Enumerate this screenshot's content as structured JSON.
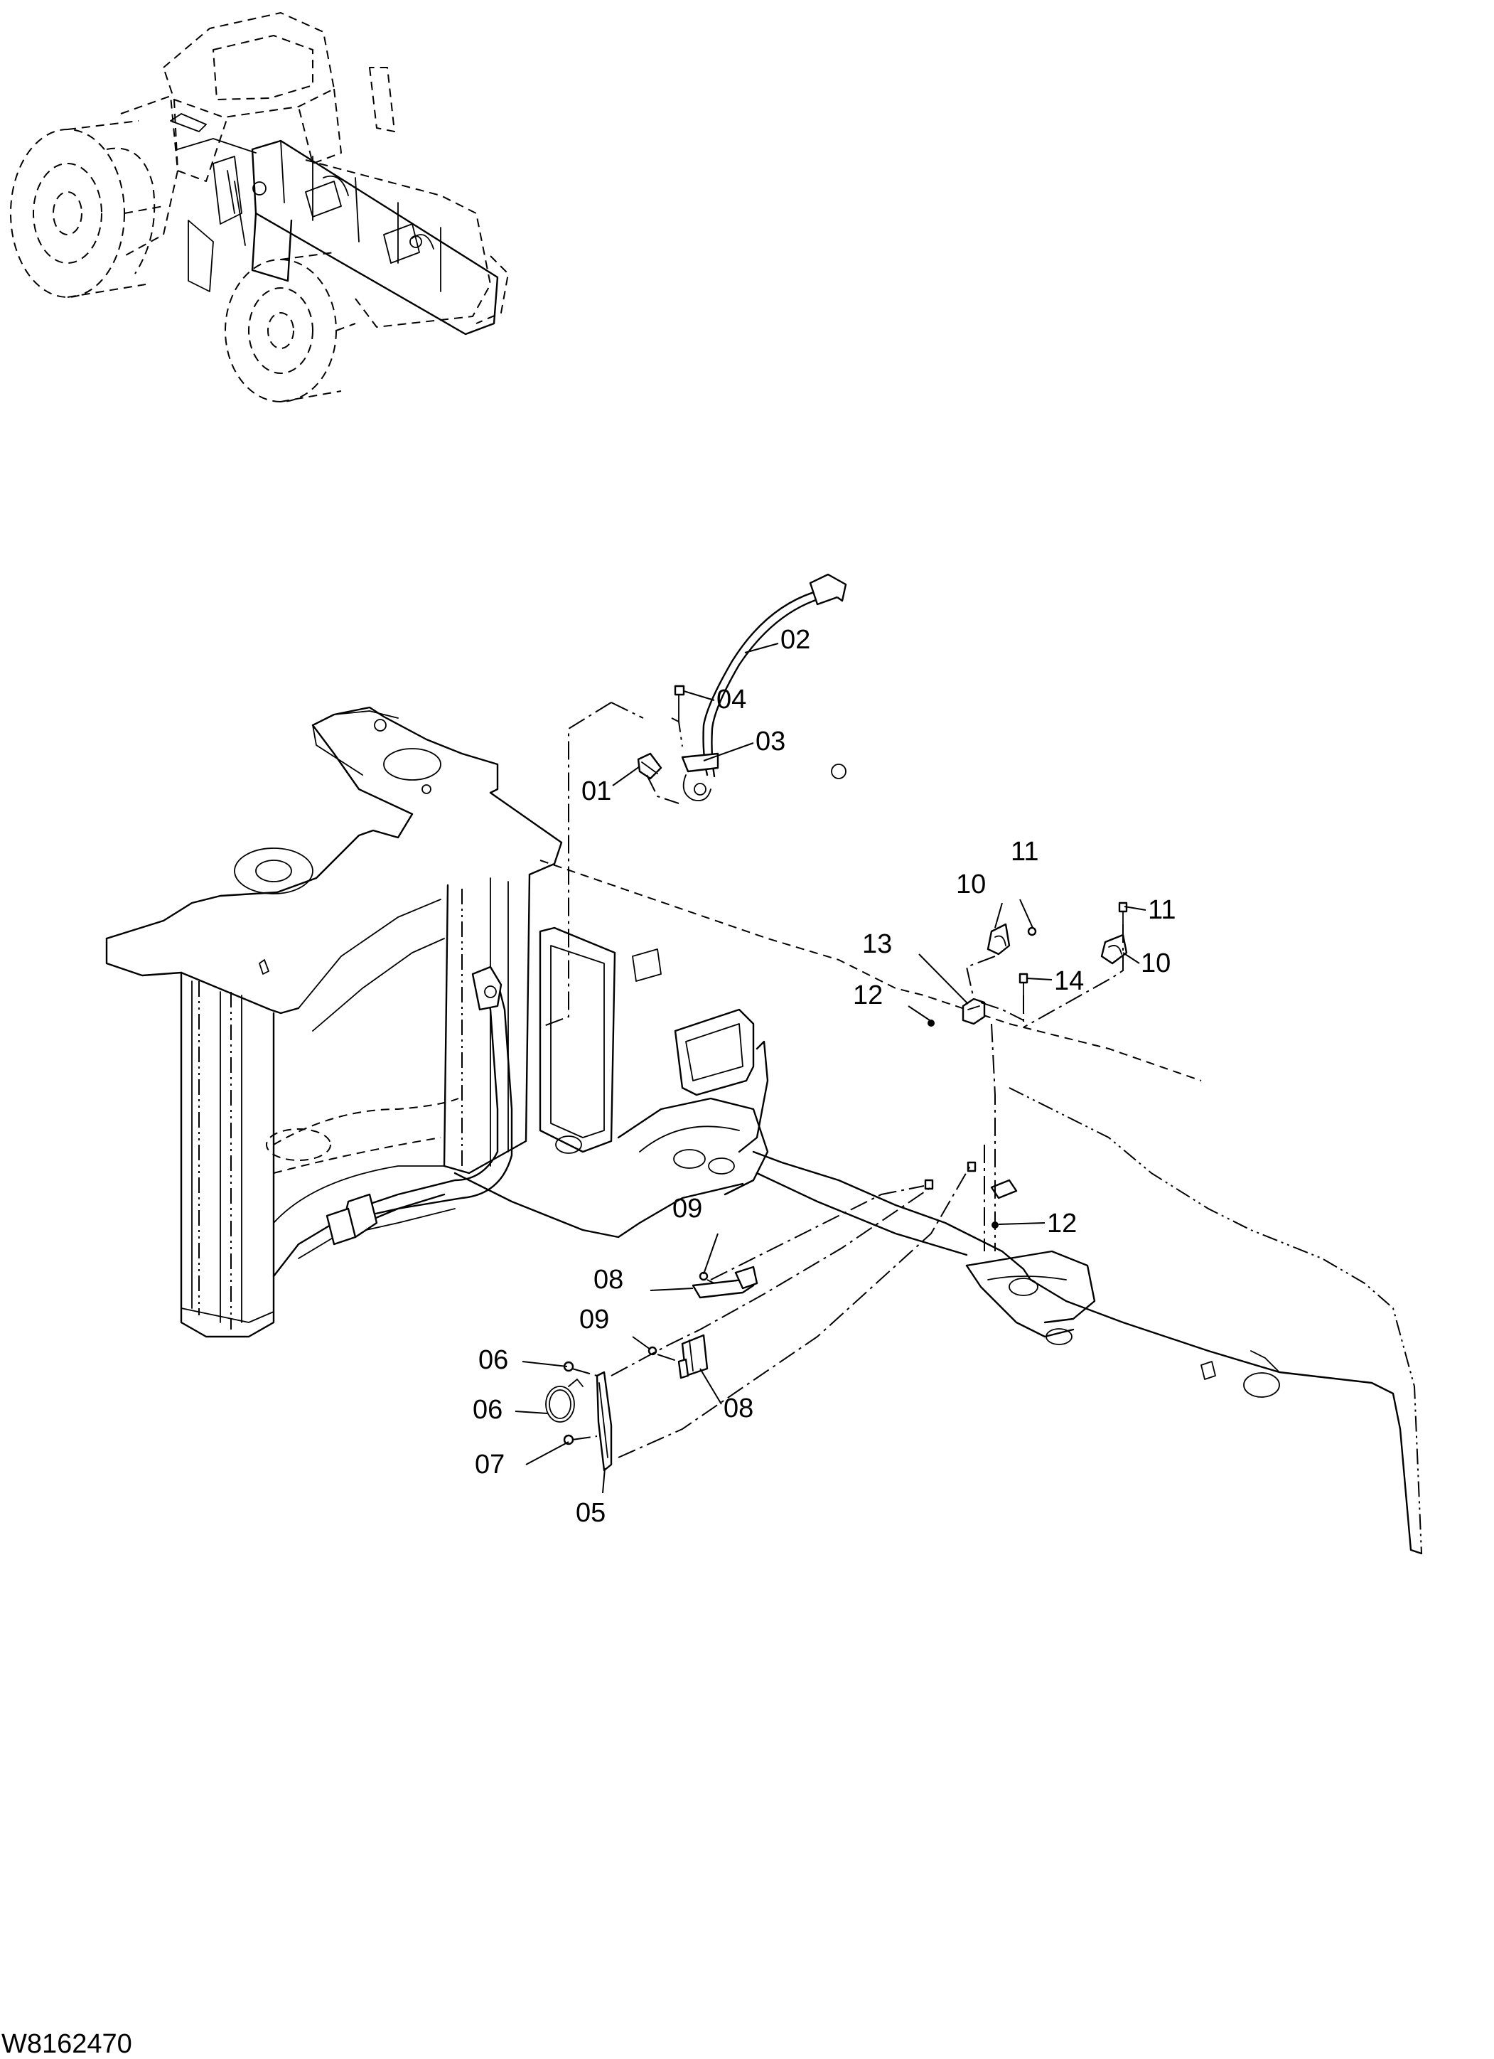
{
  "drawing_number": "W8162470",
  "callouts": [
    {
      "id": "c01",
      "text": "01"
    },
    {
      "id": "c02",
      "text": "02"
    },
    {
      "id": "c03",
      "text": "03"
    },
    {
      "id": "c04",
      "text": "04"
    },
    {
      "id": "c05",
      "text": "05"
    },
    {
      "id": "c06a",
      "text": "06"
    },
    {
      "id": "c06b",
      "text": "06"
    },
    {
      "id": "c07",
      "text": "07"
    },
    {
      "id": "c08a",
      "text": "08"
    },
    {
      "id": "c08b",
      "text": "08"
    },
    {
      "id": "c09a",
      "text": "09"
    },
    {
      "id": "c09b",
      "text": "09"
    },
    {
      "id": "c10a",
      "text": "10"
    },
    {
      "id": "c10b",
      "text": "10"
    },
    {
      "id": "c11a",
      "text": "11"
    },
    {
      "id": "c11b",
      "text": "11"
    },
    {
      "id": "c12a",
      "text": "12"
    },
    {
      "id": "c12b",
      "text": "12"
    },
    {
      "id": "c13",
      "text": "13"
    },
    {
      "id": "c14",
      "text": "14"
    }
  ]
}
